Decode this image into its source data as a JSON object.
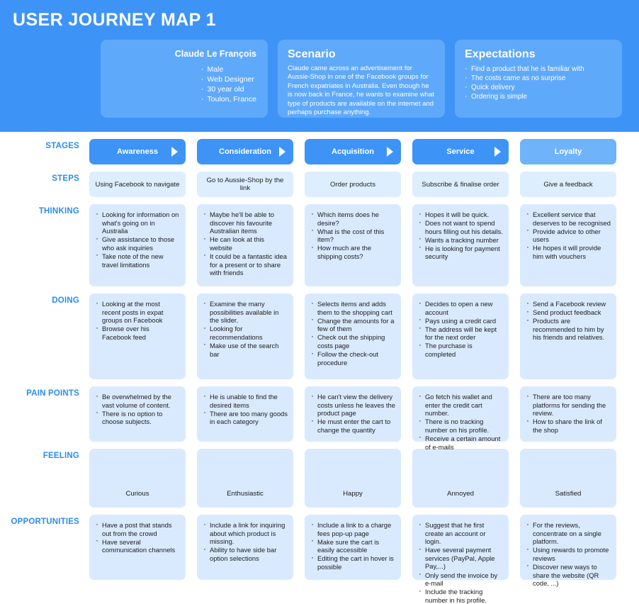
{
  "header": {
    "title": "USER JOURNEY MAP 1",
    "persona": {
      "name": "Claude Le François",
      "details": [
        "Male",
        "Web Designer",
        "30 year old",
        "Toulon, France"
      ]
    },
    "scenario": {
      "title": "Scenario",
      "body": "Claude came across an advertisement for Aussie-Shop in one of the Facebook groups for French expatriates in Australia. Even though he is now back in France, he wants to examine what type of products are available on the internet and perhaps purchase anything."
    },
    "expectations": {
      "title": "Expectations",
      "items": [
        "Find a product that he is familiar with",
        "The costs came as no surprise",
        "Quick delivery",
        "Ordering is simple"
      ]
    }
  },
  "row_labels": {
    "stages": "STAGES",
    "steps": "STEPS",
    "thinking": "THINKING",
    "doing": "DOING",
    "pain_points": "PAIN POINTS",
    "feeling": "FEELING",
    "opportunities": "OPPORTUNITIES"
  },
  "stages": [
    "Awareness",
    "Consideration",
    "Acquisition",
    "Service",
    "Loyalty"
  ],
  "steps": [
    "Using Facebook to navigate",
    "Go to Aussie-Shop by  the link",
    "Order products",
    "Subscribe & finalise order",
    "Give a feedback"
  ],
  "thinking": [
    [
      "Looking for information on what's going on in Australia",
      "Give assistance to those who ask inquiries",
      "Take note of the new travel limitations"
    ],
    [
      "Maybe he'll be able to discover his favourite Australian items",
      "He can look at this website",
      "It could be a fantastic idea for a present or to share with friends"
    ],
    [
      "Which items does he desire?",
      "What is the cost of this item?",
      "How much are the shipping costs?"
    ],
    [
      "Hopes it will be quick.",
      "Does not want to spend hours filling out his details.",
      "Wants a tracking number",
      "He is looking for payment security"
    ],
    [
      "Excellent service that deserves to be recognised",
      "Provide advice to other users",
      "He hopes it will provide him with vouchers"
    ]
  ],
  "doing": [
    [
      "Looking at the most recent posts in expat groups on Facebook",
      "Browse over his Facebook feed"
    ],
    [
      "Examine the many possibilities available in the slider.",
      "Looking for recommendations",
      "Make use of the search bar"
    ],
    [
      "Selects items and adds them to the shopping cart",
      "Change the amounts for a few of them",
      "Check out the shipping costs page",
      "Follow the check-out procedure"
    ],
    [
      "Decides to open a new account",
      "Pays using a credit card",
      "The address will be kept for the next order",
      "The purchase is completed"
    ],
    [
      "Send a Facebook review",
      "Send product feedback",
      "Products are recommended to him by his friends and relatives."
    ]
  ],
  "pain_points": [
    [
      "Be overwhelmed by the vast volume of content.",
      "There is no option to choose subjects."
    ],
    [
      "He is unable to find the desired items",
      "There are too many goods in each category"
    ],
    [
      "He can't view the delivery costs unless he leaves the product page",
      "He must enter the cart to change the quantity"
    ],
    [
      "Go fetch his wallet and enter the credit cart number.",
      "There is no tracking number on his profile.",
      "Receive a certain amount of e-mails"
    ],
    [
      "There are too many platforms for sending the review.",
      "How to share the link of the shop"
    ]
  ],
  "feeling": [
    "Curious",
    "Enthusiastic",
    "Happy",
    "Annoyed",
    "Satisfied"
  ],
  "opportunities": [
    [
      "Have a post that stands out from the crowd",
      "Have several communication channels"
    ],
    [
      "Include a link for inquiring about which product is missing.",
      "Ability to have side bar option selections"
    ],
    [
      "Include a link to a charge fees pop-up page",
      "Make sure the cart is easily accessible",
      "Editing the cart in hover is possible"
    ],
    [
      "Suggest that he first create an account or login.",
      "Have several payment services (PayPal, Apple Pay,...)",
      "Only send the invoice by e-mail",
      "Include the tracking number in his profile."
    ],
    [
      "For the reviews, concentrate on a single platform.",
      "Using rewards to promote reviews",
      "Discover new ways to share the website (QR code, ...)"
    ]
  ],
  "colors": {
    "header_bg": "#3d94f6",
    "header_card": "#5fa9fb",
    "stage_pill": "#3d94f6",
    "stage_pill_last": "#6fb3fb",
    "step_box": "#ddeeff",
    "content_box": "#d9eaff",
    "label_text": "#2b8cf0"
  }
}
